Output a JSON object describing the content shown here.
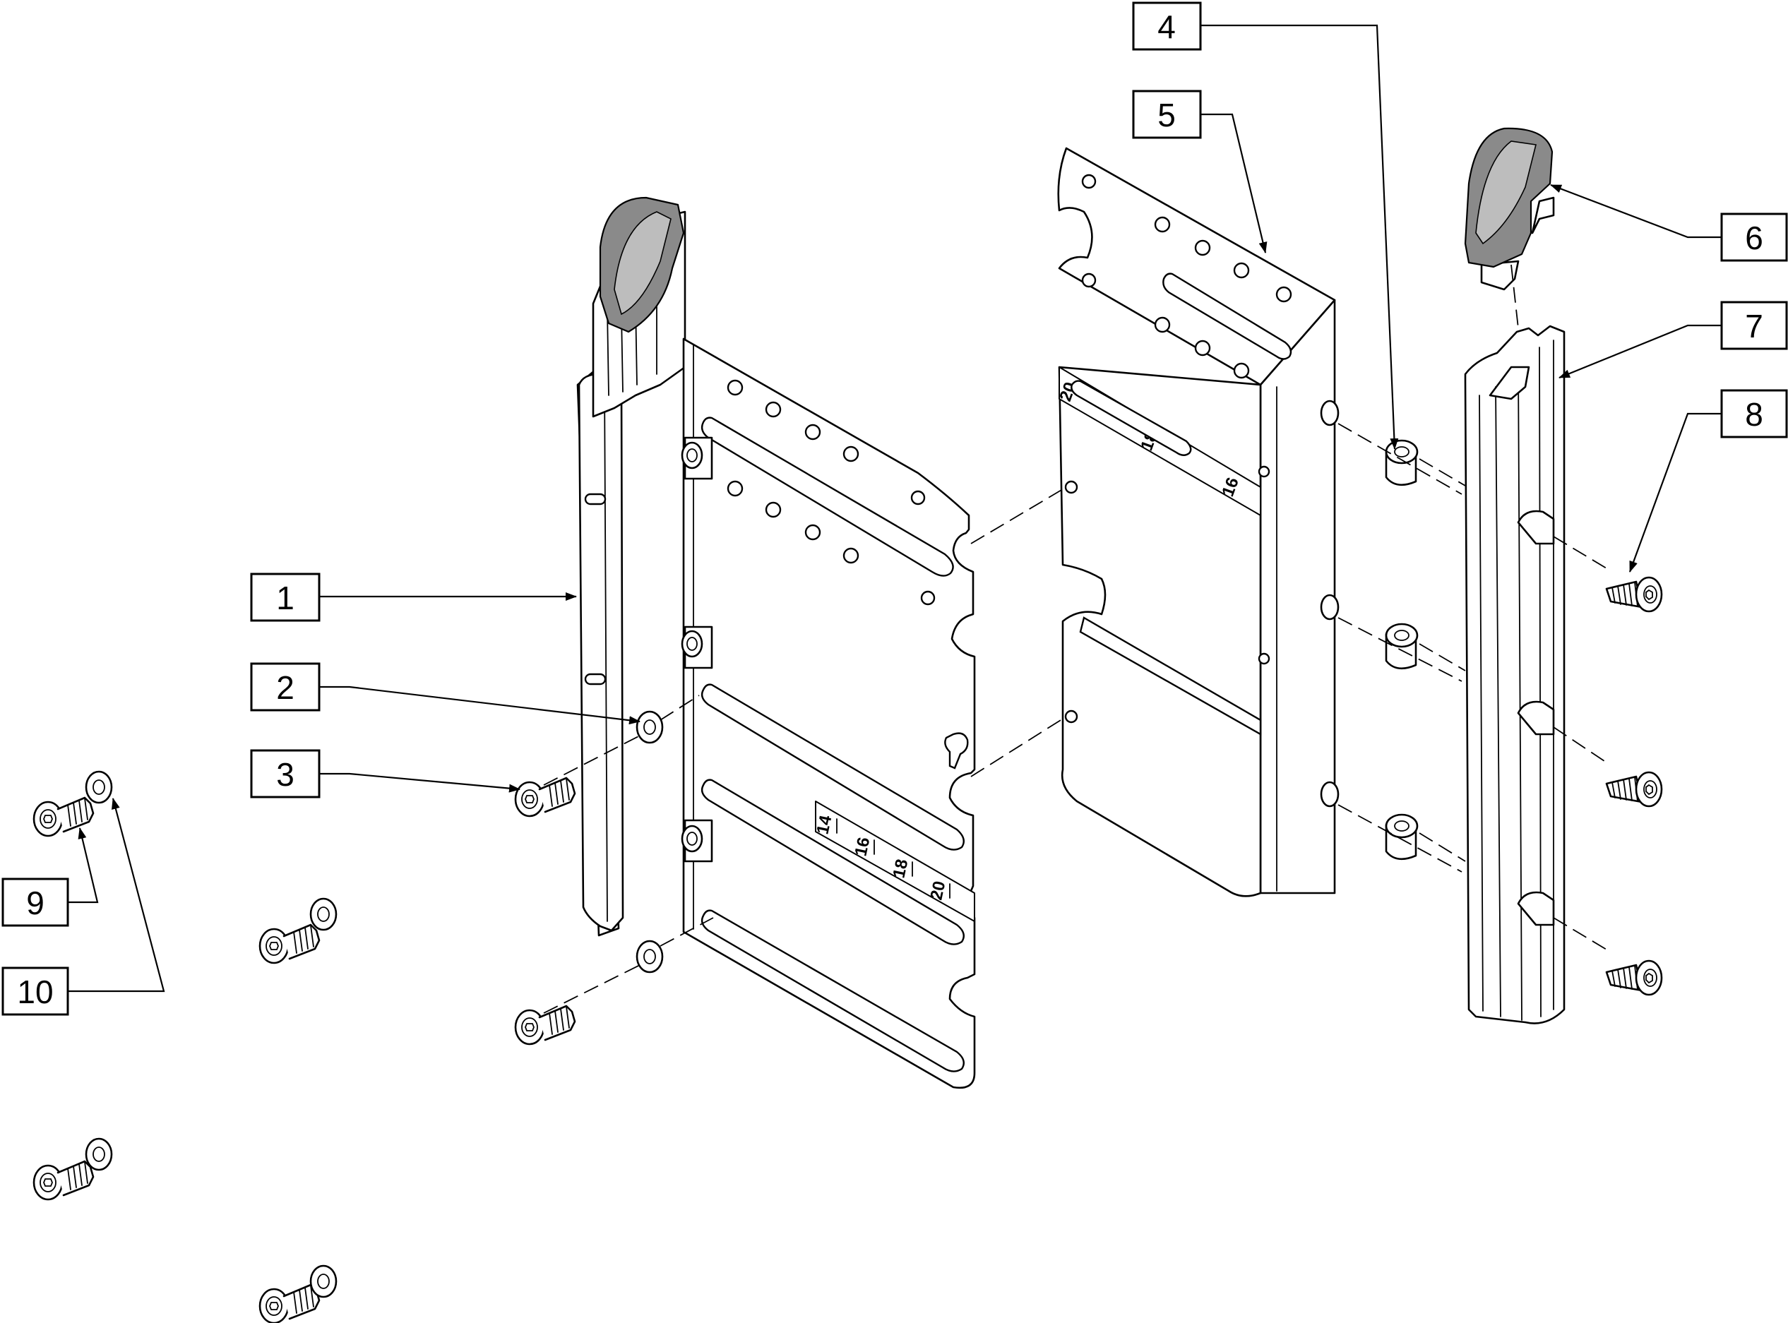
{
  "diagram": {
    "callouts": [
      {
        "id": "1",
        "label": "1"
      },
      {
        "id": "2",
        "label": "2"
      },
      {
        "id": "3",
        "label": "3"
      },
      {
        "id": "4",
        "label": "4"
      },
      {
        "id": "5",
        "label": "5"
      },
      {
        "id": "6",
        "label": "6"
      },
      {
        "id": "7",
        "label": "7"
      },
      {
        "id": "8",
        "label": "8"
      },
      {
        "id": "9",
        "label": "9"
      },
      {
        "id": "10",
        "label": "10"
      }
    ],
    "left_scale": [
      "14",
      "16",
      "18",
      "20"
    ],
    "right_scale": [
      "20",
      "18",
      "16"
    ]
  },
  "colors": {
    "line": "#000000",
    "background": "#ffffff",
    "cap_fill": "#8a8a8a"
  }
}
